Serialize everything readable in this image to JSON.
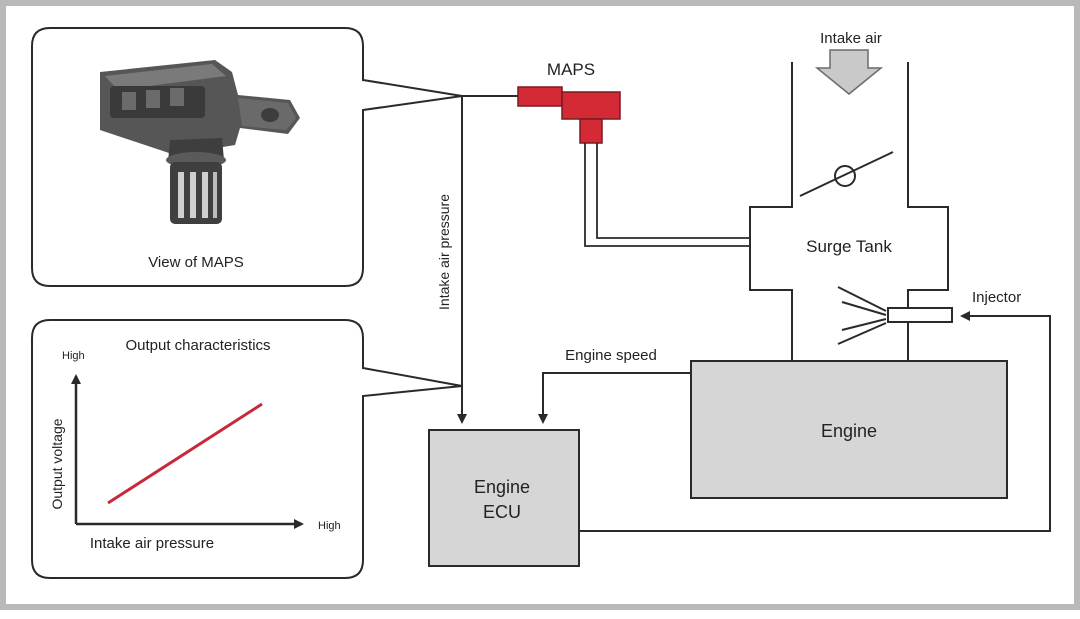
{
  "colors": {
    "frame": "#b9b9b9",
    "line": "#2a2a2a",
    "box_fill": "#d6d6d6",
    "sensor_red": "#d42a35",
    "characteristic_line": "#c62a3a",
    "sensor_body": "#4a4a4a"
  },
  "callout_photo": {
    "caption": "View of MAPS",
    "icon": "maps-sensor-photo"
  },
  "callout_graph": {
    "title": "Output characteristics",
    "y_high": "High",
    "x_high": "High",
    "y_axis_label": "Output voltage",
    "x_axis_label": "Intake air pressure"
  },
  "diagram": {
    "maps_label": "MAPS",
    "intake_air_label": "Intake air",
    "surge_tank_label": "Surge Tank",
    "injector_label": "Injector",
    "engine_label": "Engine",
    "ecu_label_line1": "Engine",
    "ecu_label_line2": "ECU",
    "engine_speed_label": "Engine speed",
    "pressure_line_label": "Intake air pressure"
  }
}
